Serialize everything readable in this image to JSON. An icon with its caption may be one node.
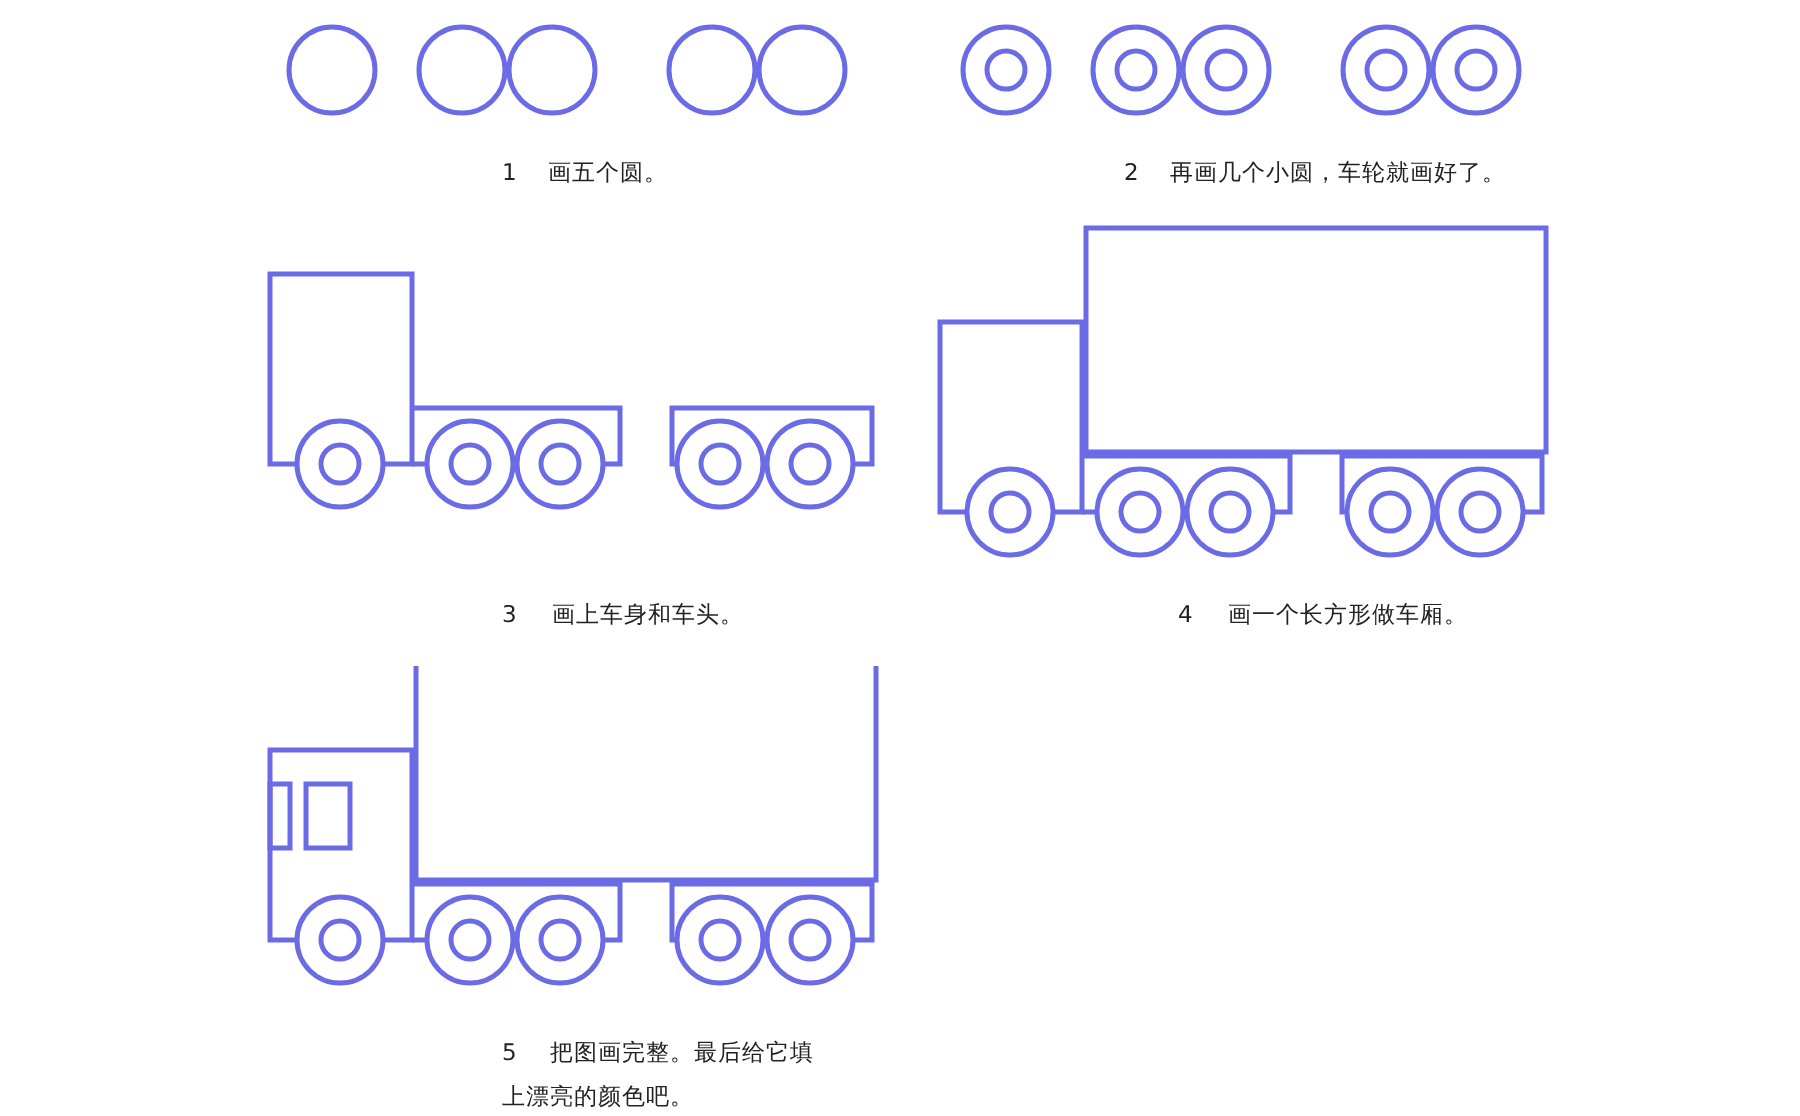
{
  "diagram": {
    "labels": [
      "1",
      "画五个圆。",
      "2",
      "再画几个小圆，车轮就画好了。",
      "3",
      "画上车身和车头。",
      "4",
      "画一个长方形做车厢。",
      "5",
      "把图画完整。最后给它填上漂亮的颜色吧。"
    ]
  }
}
